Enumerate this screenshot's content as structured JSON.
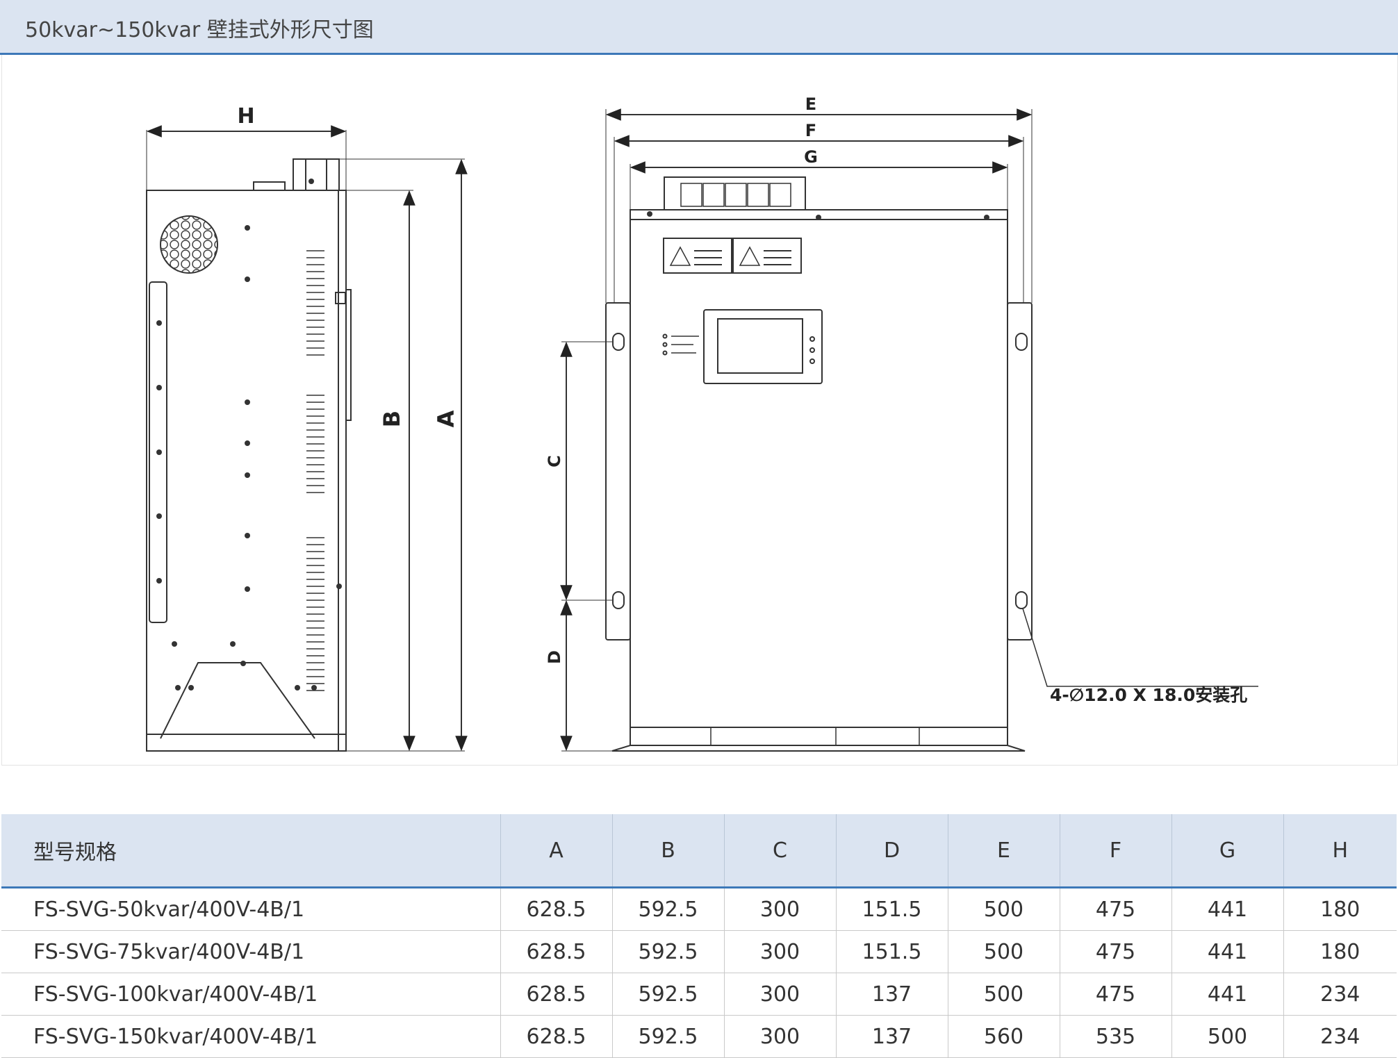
{
  "header": {
    "title": "50kvar~150kvar 壁挂式外形尺寸图"
  },
  "drawing": {
    "labels": {
      "A": "A",
      "B": "B",
      "C": "C",
      "D": "D",
      "E": "E",
      "F": "F",
      "G": "G",
      "H": "H"
    },
    "hole_note": "4-∅12.0 X 18.0安装孔"
  },
  "table": {
    "headers": [
      "型号规格",
      "A",
      "B",
      "C",
      "D",
      "E",
      "F",
      "G",
      "H"
    ],
    "rows": [
      [
        "FS-SVG-50kvar/400V-4B/1",
        "628.5",
        "592.5",
        "300",
        "151.5",
        "500",
        "475",
        "441",
        "180"
      ],
      [
        "FS-SVG-75kvar/400V-4B/1",
        "628.5",
        "592.5",
        "300",
        "151.5",
        "500",
        "475",
        "441",
        "180"
      ],
      [
        "FS-SVG-100kvar/400V-4B/1",
        "628.5",
        "592.5",
        "300",
        "137",
        "500",
        "475",
        "441",
        "234"
      ],
      [
        "FS-SVG-150kvar/400V-4B/1",
        "628.5",
        "592.5",
        "300",
        "137",
        "560",
        "535",
        "500",
        "234"
      ]
    ]
  }
}
